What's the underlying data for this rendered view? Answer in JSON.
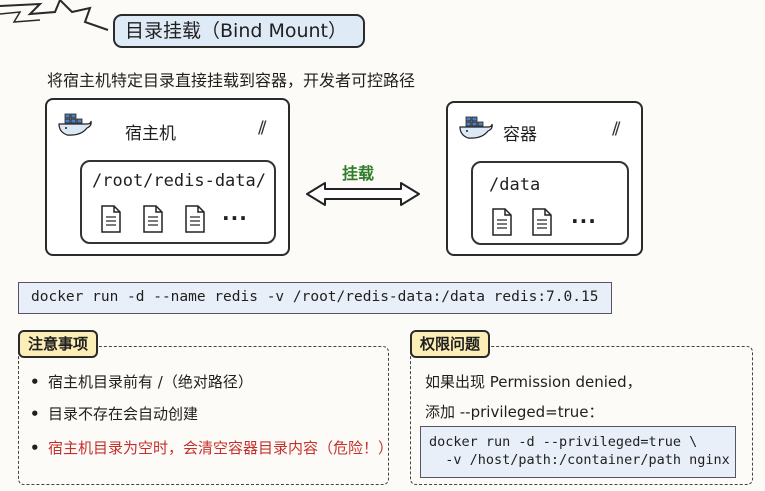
{
  "title": "目录挂载（Bind Mount）",
  "subtitle": "将宿主机特定目录直接挂载到容器，开发者可控路径",
  "host": {
    "label": "宿主机",
    "path": "/root/redis-data/",
    "ellipsis": "···"
  },
  "container": {
    "label": "容器",
    "path": "/data",
    "ellipsis": "···"
  },
  "mount_label": "挂载",
  "command": "docker run -d --name redis -v /root/redis-data:/data redis:7.0.15",
  "notes": {
    "tag": "注意事项",
    "items": [
      "宿主机目录前有 /（绝对路径）",
      "目录不存在会自动创建",
      "宿主机目录为空时，会清空容器目录内容（危险！）"
    ]
  },
  "permissions": {
    "tag": "权限问题",
    "line1": "如果出现 Permission denied，",
    "line2": "添加 --privileged=true：",
    "code_line1": "docker run -d --privileged=true \\",
    "code_line2": "  -v /host/path:/container/path nginx"
  },
  "colors": {
    "mount_green": "#2f7d2a",
    "warning_red": "#c4302b",
    "title_fill": "#dfeaf7",
    "tag_fill": "#fbeeb6",
    "code_fill": "#e8eff8"
  }
}
